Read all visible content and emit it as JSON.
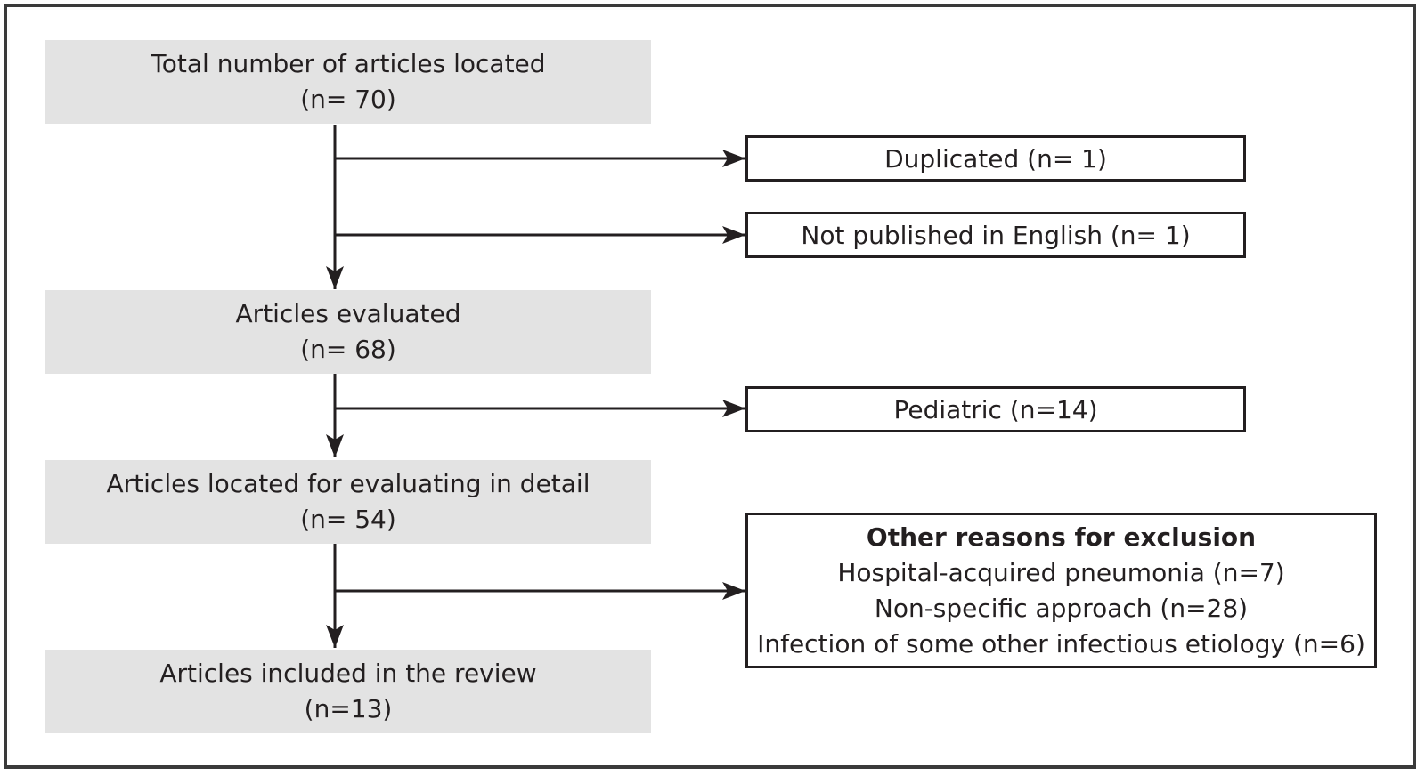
{
  "boxes": {
    "total": {
      "line1": "Total number of articles located",
      "line2": "(n= 70)"
    },
    "evaluated": {
      "line1": "Articles evaluated",
      "line2": "(n= 68)"
    },
    "detail": {
      "line1": "Articles located for evaluating in detail",
      "line2": "(n= 54)"
    },
    "included": {
      "line1": "Articles included in the review",
      "line2": "(n=13)"
    }
  },
  "exclusions": {
    "duplicated": "Duplicated (n= 1)",
    "not_english": "Not published in English (n= 1)",
    "pediatric": "Pediatric (n=14)",
    "other": {
      "title": "Other reasons for exclusion",
      "items": [
        "Hospital-acquired pneumonia (n=7)",
        "Non-specific approach (n=28)",
        "Infection of some other infectious etiology (n=6)"
      ]
    }
  },
  "colors": {
    "box_fill": "#e3e3e3",
    "line": "#231f20",
    "frame": "#3a3a3a"
  }
}
